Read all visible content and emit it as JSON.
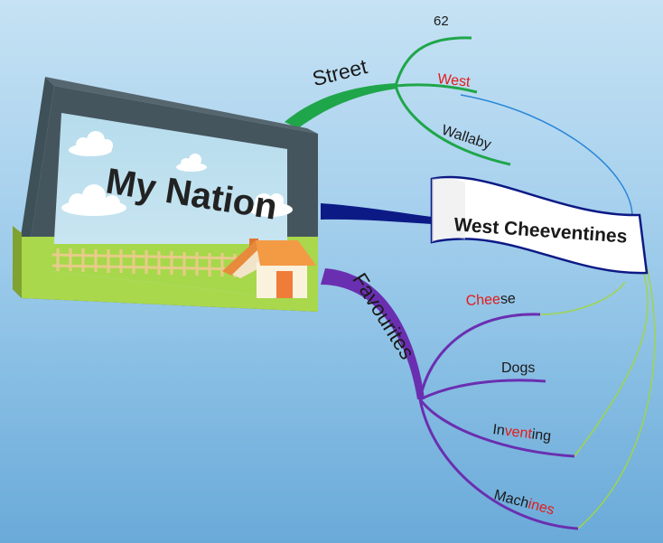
{
  "central_topic": {
    "title": "My Nation",
    "picture": [
      "cloud-icon",
      "house-icon",
      "fence-icon"
    ]
  },
  "branches": [
    {
      "label": "Street",
      "color": "#1fa64a",
      "children": [
        {
          "label": "62",
          "parts": [
            {
              "t": "62"
            }
          ]
        },
        {
          "label": "West",
          "parts": [
            {
              "t": "West",
              "c": "#e31b1b"
            }
          ]
        },
        {
          "label": "Wallaby",
          "parts": [
            {
              "t": "Wallaby"
            }
          ]
        }
      ]
    },
    {
      "label": "West Cheeventines",
      "color": "#0c1a86",
      "children": []
    },
    {
      "label": "Favourites",
      "color": "#6a2fb0",
      "children": [
        {
          "label": "Cheese",
          "parts": [
            {
              "t": "Chee",
              "c": "#e31b1b"
            },
            {
              "t": "se"
            }
          ]
        },
        {
          "label": "Dogs",
          "parts": [
            {
              "t": "Dogs"
            }
          ]
        },
        {
          "label": "Inventing",
          "parts": [
            {
              "t": "In"
            },
            {
              "t": "vent",
              "c": "#e31b1b"
            },
            {
              "t": "ing"
            }
          ]
        },
        {
          "label": "Machines",
          "parts": [
            {
              "t": "Mach"
            },
            {
              "t": "ines",
              "c": "#e31b1b"
            }
          ]
        }
      ]
    }
  ],
  "relationship_colors": {
    "blue": "#2a86d8",
    "green": "#9ed64a"
  }
}
